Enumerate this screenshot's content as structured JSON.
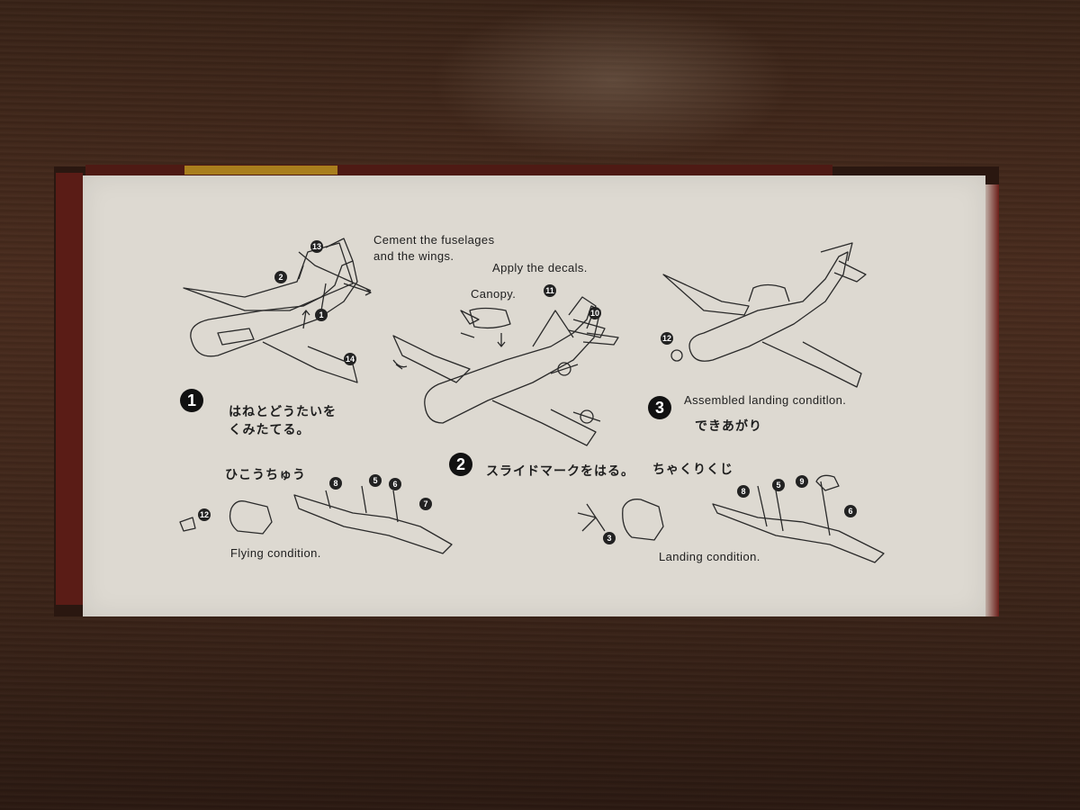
{
  "scene": {
    "background_color": "#3e261a",
    "panel_color": "#ddd9d1",
    "box_color": "#5a1c16"
  },
  "instructions": {
    "cement_line1": "Cement the fuselages",
    "cement_line2": "and the wings.",
    "apply_decals": "Apply the decals.",
    "canopy": "Canopy.",
    "step1_jp_line1": "はねとどうたいを",
    "step1_jp_line2": "くみたてる。",
    "assembled": "Assembled landing conditlon.",
    "step3_jp": "できあがり",
    "flying_jp": "ひこうちゅう",
    "step2_jp": "スライドマークをはる。",
    "landing_jp": "ちゃくりくじ",
    "flying_condition": "Flying condition.",
    "landing_condition": "Landing condition."
  },
  "step_numbers": {
    "s1": "1",
    "s2": "2",
    "s3": "3"
  },
  "part_numbers": {
    "p13": "13",
    "p2": "2",
    "p1": "1",
    "p14": "14",
    "p11": "11",
    "p10": "10",
    "p12a": "12",
    "p8a": "8",
    "p5a": "5",
    "p6a": "6",
    "p7": "7",
    "p12b": "12",
    "p8b": "8",
    "p5b": "5",
    "p9": "9",
    "p6b": "6",
    "p3": "3"
  }
}
